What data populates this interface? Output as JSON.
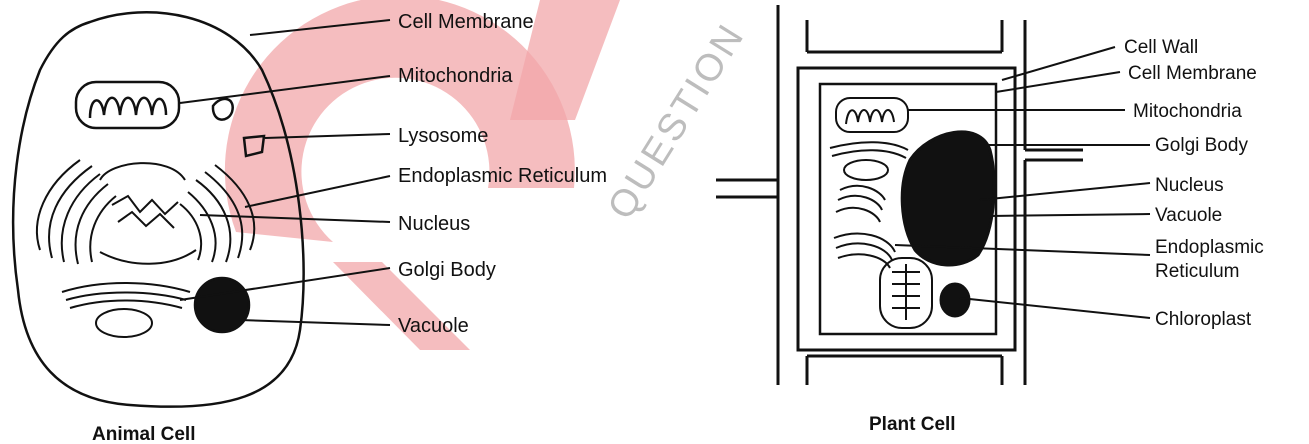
{
  "watermark": {
    "text": "QUESTION"
  },
  "animal_cell": {
    "caption": "Animal Cell",
    "labels": {
      "cell_membrane": "Cell Membrane",
      "mitochondria": "Mitochondria",
      "lysosome": "Lysosome",
      "endoplasmic_reticulum": "Endoplasmic Reticulum",
      "nucleus": "Nucleus",
      "golgi_body": "Golgi Body",
      "vacuole": "Vacuole"
    }
  },
  "plant_cell": {
    "caption": "Plant Cell",
    "labels": {
      "cell_wall": "Cell Wall",
      "cell_membrane": "Cell Membrane",
      "mitochondria": "Mitochondria",
      "golgi_body": "Golgi Body",
      "nucleus": "Nucleus",
      "vacuole": "Vacuole",
      "endoplasmic_1": "Endoplasmic",
      "endoplasmic_2": "Reticulum",
      "chloroplast": "Chloroplast"
    }
  }
}
